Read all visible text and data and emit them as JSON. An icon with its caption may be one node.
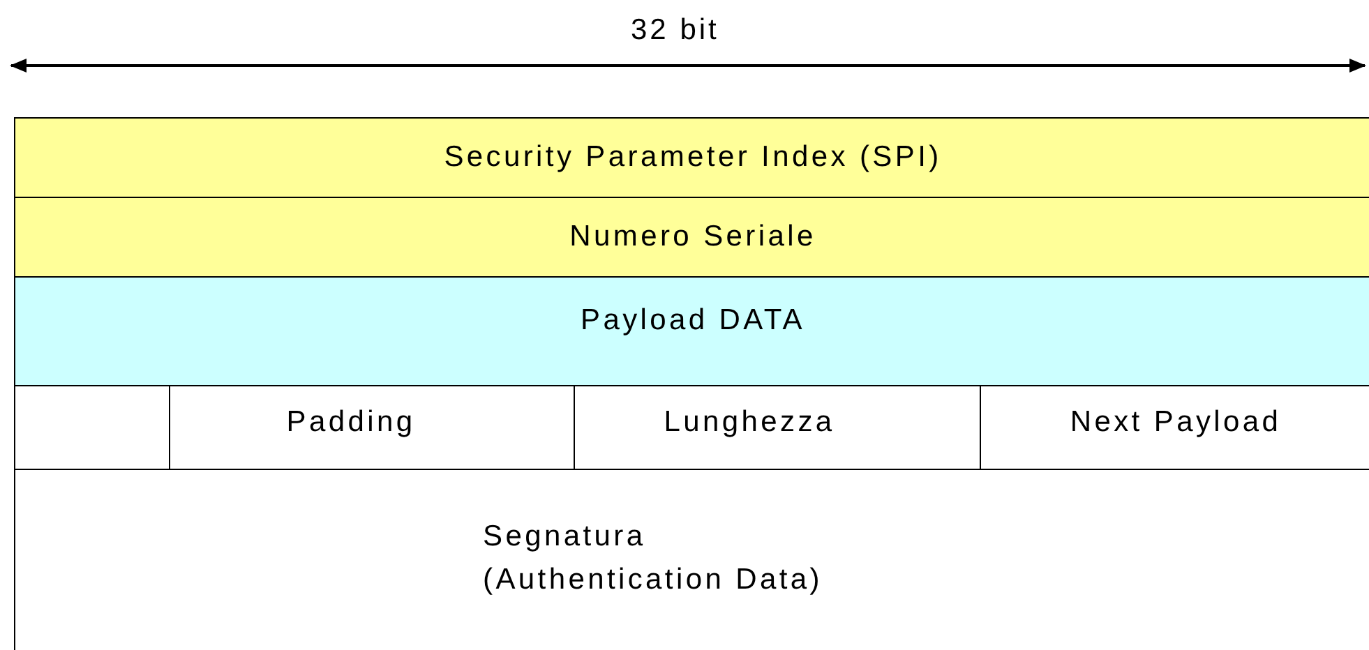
{
  "diagram": {
    "nodes": [
      {
        "text": [
          "Security Parameter Index (SPI)"
        ]
      },
      {
        "text": [
          "Numero Seriale"
        ]
      },
      {
        "text": [
          "Payload DATA"
        ]
      },
      {
        "text": [],
        "shape": "box"
      },
      {
        "text": [
          "Padding"
        ]
      },
      {
        "text": [
          "Lunghezza"
        ]
      },
      {
        "text": [
          "Next Payload"
        ]
      },
      {
        "text": [
          "Segnatura (Authentication Data)"
        ]
      }
    ],
    "labels": [
      "32 bit"
    ]
  }
}
